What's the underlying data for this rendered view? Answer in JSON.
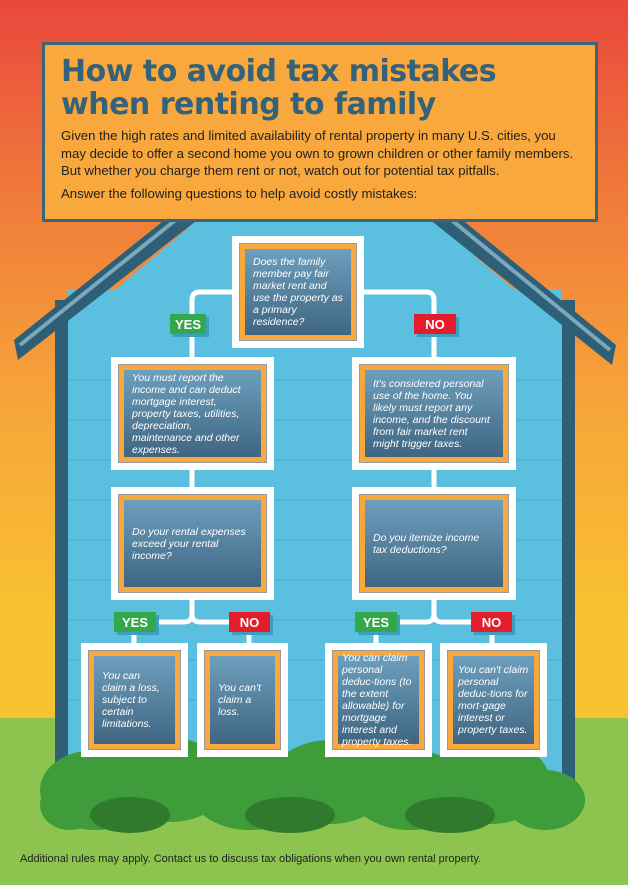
{
  "header": {
    "title_line1": "How to avoid tax mistakes",
    "title_line2": "when renting to family",
    "intro": "Given the high rates and limited availability of rental property in many U.S. cities, you may decide to offer a second home you own to grown children or other family members. But whether you charge them rent or not, watch out for potential tax pitfalls.",
    "prompt": "Answer the following questions to help avoid costly mistakes:"
  },
  "flow": {
    "q1": "Does the family member pay fair market rent and use the property as a primary residence?",
    "q1_yes_label": "YES",
    "q1_no_label": "NO",
    "a_yes": "You must report the income and can deduct mortgage interest, property taxes, utilities, depreciation, maintenance and other expenses.",
    "a_no": "It's considered personal use of the home. You likely must report any income, and the discount from fair market rent might trigger taxes.",
    "q2": "Do your rental expenses exceed your rental income?",
    "q3": "Do you itemize income tax deductions?",
    "q2_yes_label": "YES",
    "q2_no_label": "NO",
    "q3_yes_label": "YES",
    "q3_no_label": "NO",
    "q2_yes": "You can claim a loss, subject to certain limitations.",
    "q2_no": "You can't claim a loss.",
    "q3_yes": "You can claim personal deduc-tions (to the extent allowable) for mortgage interest and property taxes.",
    "q3_no": "You can't claim personal deduc-tions for mort-gage interest or property taxes."
  },
  "footer": "Additional rules may apply. Contact us to discuss tax obligations when you own rental property.",
  "colors": {
    "yes": "#33a84a",
    "no": "#e31e2a",
    "house": "#5bbfe0",
    "box_border": "#f8a83c",
    "title": "#33627a"
  }
}
